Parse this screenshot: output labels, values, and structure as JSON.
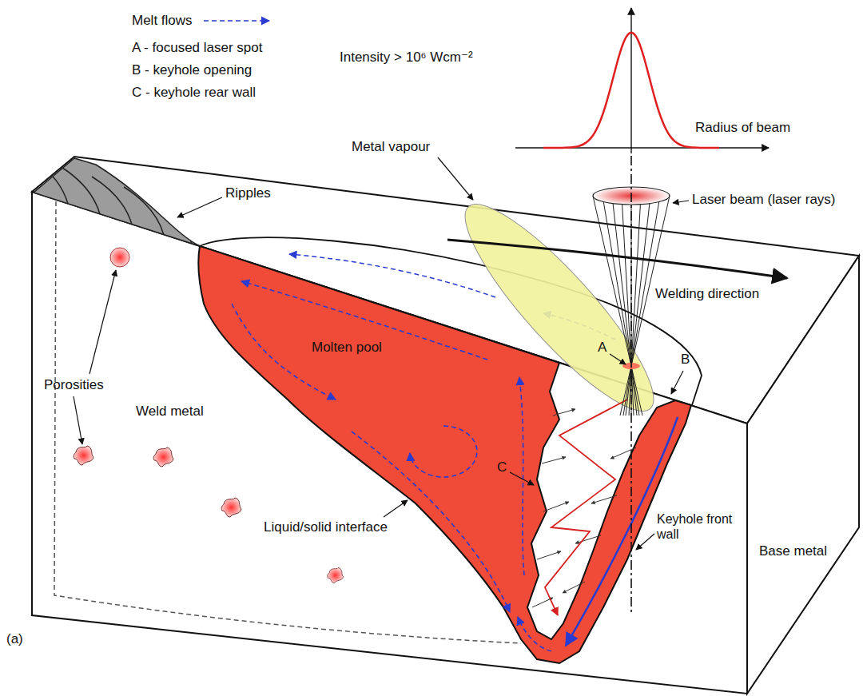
{
  "diagram": {
    "labels": [
      "A - focused laser spot",
      "B - keyhole opening",
      "C - keyhole rear wall",
      "Intensity > 10⁶ Wcm⁻²",
      "Radius of beam",
      "Metal vapour",
      "Laser beam (laser rays)",
      "Ripples",
      "Welding direction",
      "A",
      "B",
      "Porosities",
      "Molten pool",
      "Weld metal",
      "C",
      "Liquid/solid interface",
      "Keyhole front wall",
      "Base metal",
      "(a)"
    ],
    "legend": [
      {
        "text": "Melt flows"
      }
    ]
  }
}
